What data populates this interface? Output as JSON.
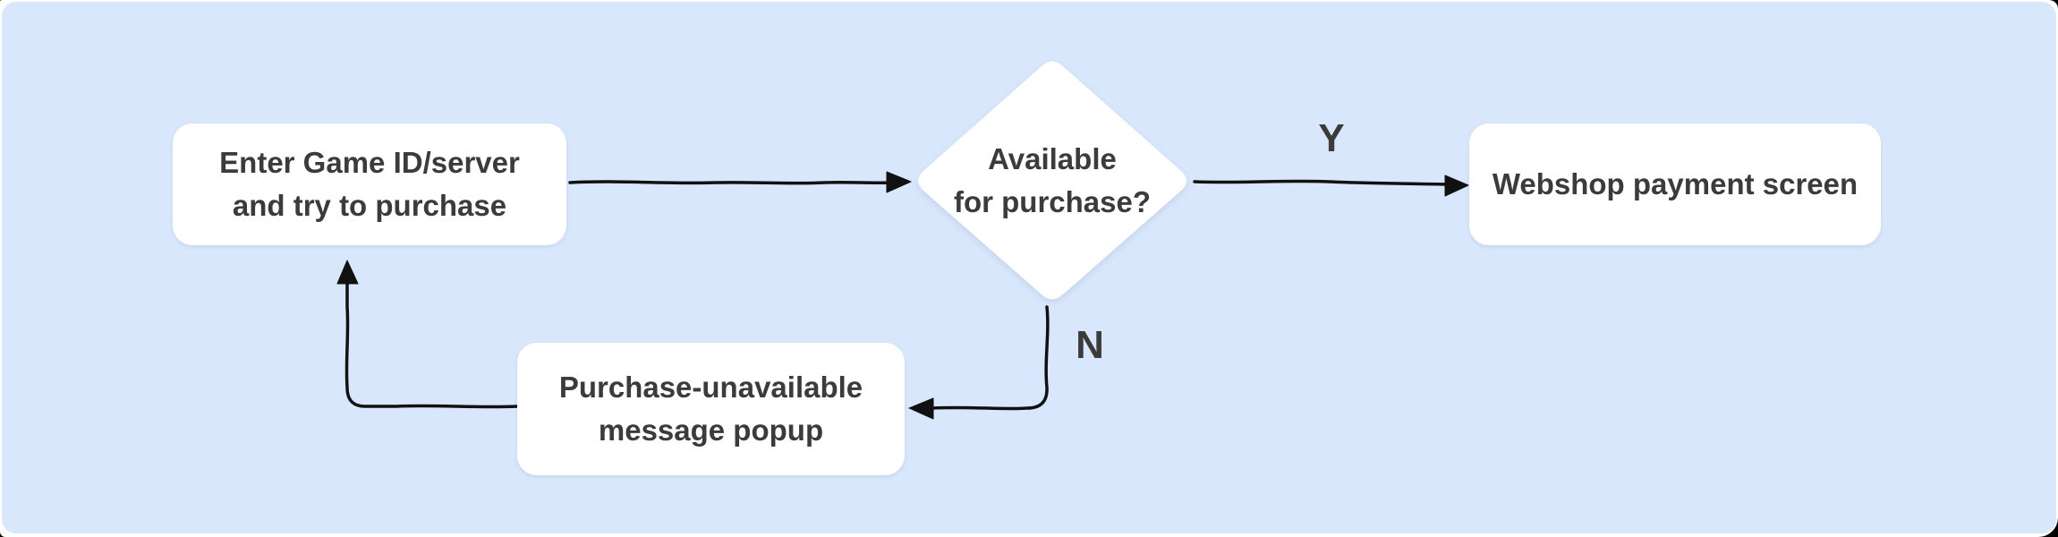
{
  "diagram": {
    "nodes": {
      "start": {
        "line1": "Enter Game ID/server",
        "line2": "and try to purchase"
      },
      "decision": {
        "line1": "Available",
        "line2": "for purchase?"
      },
      "payment": {
        "label": "Webshop payment screen"
      },
      "popup": {
        "line1": "Purchase-unavailable",
        "line2": "message popup"
      }
    },
    "edge_labels": {
      "yes": "Y",
      "no": "N"
    },
    "colors": {
      "panel_bg": "#d9e7fc",
      "node_bg": "#ffffff",
      "text": "#3b3b3b",
      "line": "#111111",
      "page_bg": "#ffffff"
    }
  }
}
